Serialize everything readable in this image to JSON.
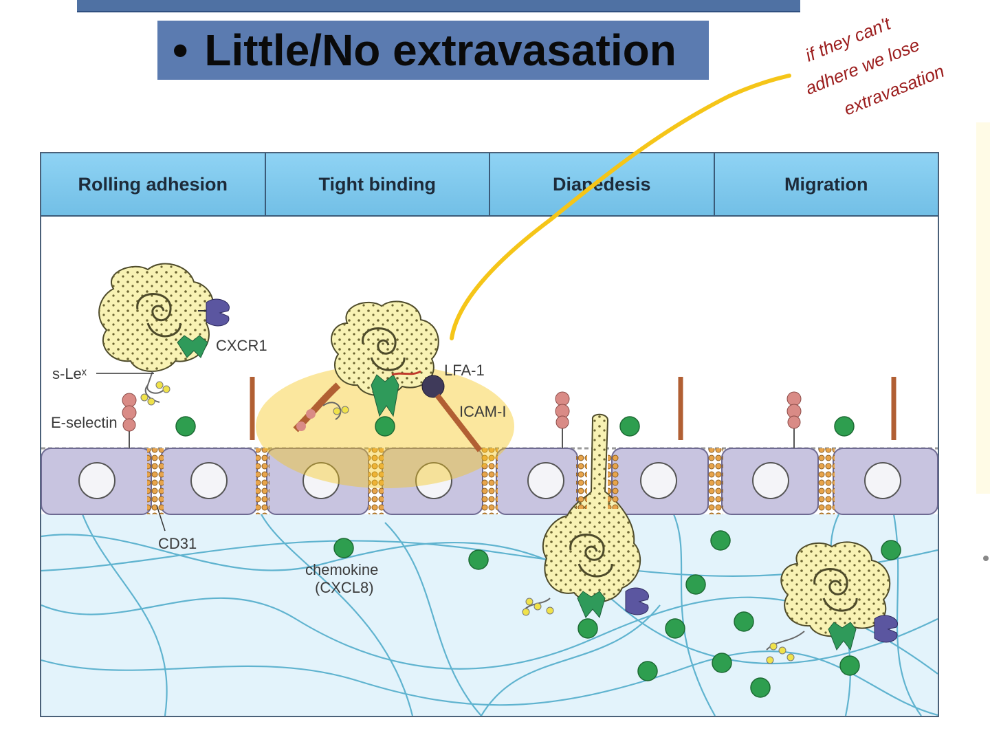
{
  "slide": {
    "bullet": "•",
    "heading": "Little/No extravasation"
  },
  "annotation": {
    "lines": [
      "if they can't",
      "adhere we lose",
      "extravasation"
    ],
    "ink_color": "#9b1c1c",
    "highlight_color": "#f5c518"
  },
  "diagram": {
    "stages": [
      "Rolling adhesion",
      "Tight binding",
      "Diapedesis",
      "Migration"
    ],
    "labels": {
      "cxcr1": "CXCR1",
      "slex": "s-Leˣ",
      "eselectin": "E-selectin",
      "lfa1": "LFA-1",
      "icam1": "ICAM-I",
      "cd31": "CD31",
      "chemokine": "chemokine",
      "chemokine_sub": "(CXCL8)"
    },
    "colors": {
      "header": "#7ec8ec",
      "endothelium": "#c8c4e0",
      "tissue": "#e3f3fb",
      "fibers": "#5fb3cf",
      "cell": "#f8f2b4",
      "chemokine": "#2e9e4f",
      "receptor_purple": "#5b56a0",
      "receptor_green": "#2f9a5a",
      "selectin": "#d98b86"
    }
  }
}
